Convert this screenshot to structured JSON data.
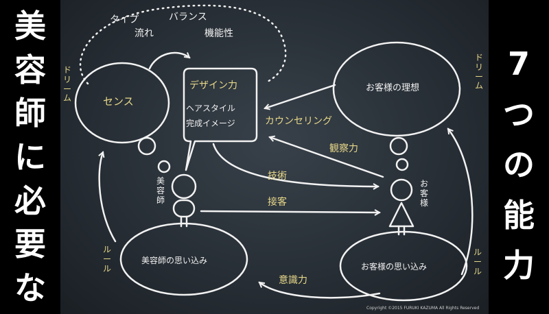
{
  "left_title": [
    "美",
    "容",
    "師",
    "に",
    "必",
    "要",
    "な"
  ],
  "right_title": [
    "7",
    "つ",
    "の",
    "能",
    "力"
  ],
  "cloud_labels": {
    "type": "タイプ",
    "balance": "バランス",
    "flow": "流れ",
    "function": "機能性"
  },
  "nodes": {
    "sense": "センス",
    "design_title": "デザイン力",
    "design_line1": "ヘアスタイル",
    "design_line2": "完成イメージ",
    "ideal": "お客様の理想",
    "stylist_belief": "美容師の思い込み",
    "customer_belief": "お客様の思い込み"
  },
  "figures": {
    "stylist": [
      "美",
      "容",
      "師"
    ],
    "customer": [
      "お",
      "客",
      "様"
    ]
  },
  "abilities": {
    "counseling": "カウンセリング",
    "observation": "観察力",
    "technique": "技術",
    "service": "接客",
    "awareness": "意識力"
  },
  "side_labels": {
    "dream": [
      "ド",
      "リ",
      "ー",
      "ム"
    ],
    "rule": [
      "ル",
      "ー",
      "ル"
    ]
  },
  "copyright": "Copyright ©2015 FURUKI KAZUMA All Rights Reserved",
  "colors": {
    "chalk": "#f2f2f2",
    "accent": "#e8d889",
    "board": "#2b333a"
  }
}
